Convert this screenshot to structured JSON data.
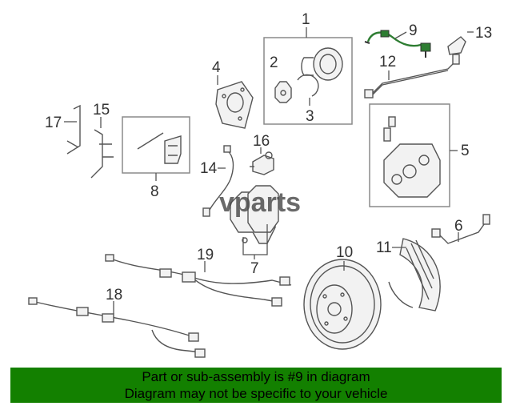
{
  "diagram": {
    "callouts": [
      "1",
      "2",
      "3",
      "4",
      "5",
      "6",
      "7",
      "8",
      "9",
      "10",
      "11",
      "12",
      "13",
      "14",
      "15",
      "16",
      "17",
      "18",
      "19"
    ],
    "highlighted_part": "9",
    "highlight_color": "#2e7d32",
    "watermark": "vparts"
  },
  "banner": {
    "line1": "Part or sub-assembly is #9 in diagram",
    "line2": "Diagram may not be specific to your vehicle",
    "background": "#138000"
  }
}
